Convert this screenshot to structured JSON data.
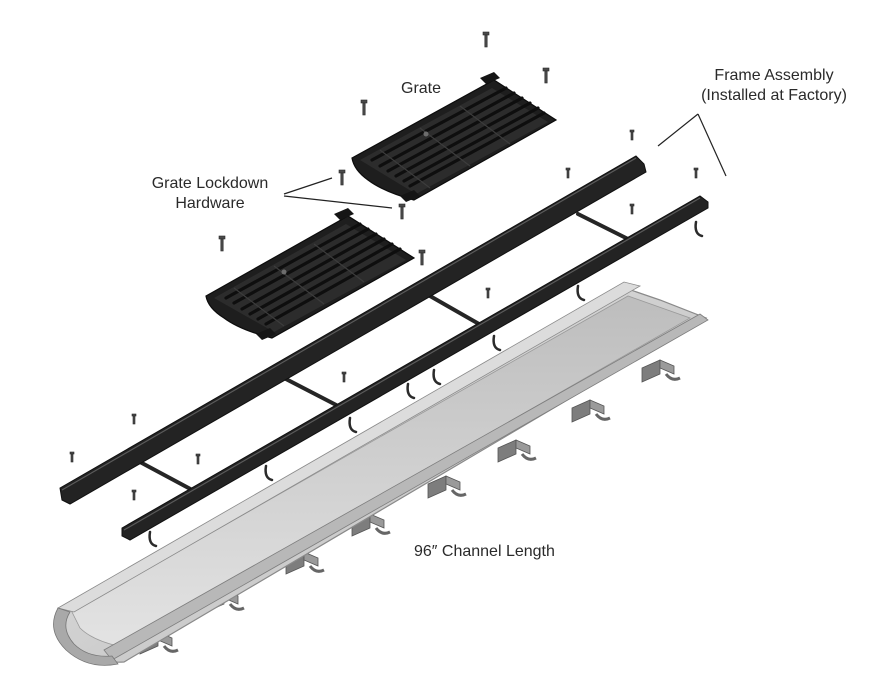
{
  "labels": {
    "grate": "Grate",
    "frame_line1": "Frame Assembly",
    "frame_line2": "(Installed at Factory)",
    "lockdown_line1": "Grate Lockdown",
    "lockdown_line2": "Hardware",
    "channel": "96″ Channel Length"
  },
  "colors": {
    "background": "#ffffff",
    "grate": "#1e1e1e",
    "frame": "#232323",
    "channel": "#cfcfcf",
    "channel_shadow": "#9c9c9c",
    "bracket": "#7d7d7d",
    "leader": "#222222",
    "text": "#2a2a2a"
  },
  "icons": [
    "bolt-icon",
    "anchor-bracket-icon",
    "hook-icon"
  ]
}
